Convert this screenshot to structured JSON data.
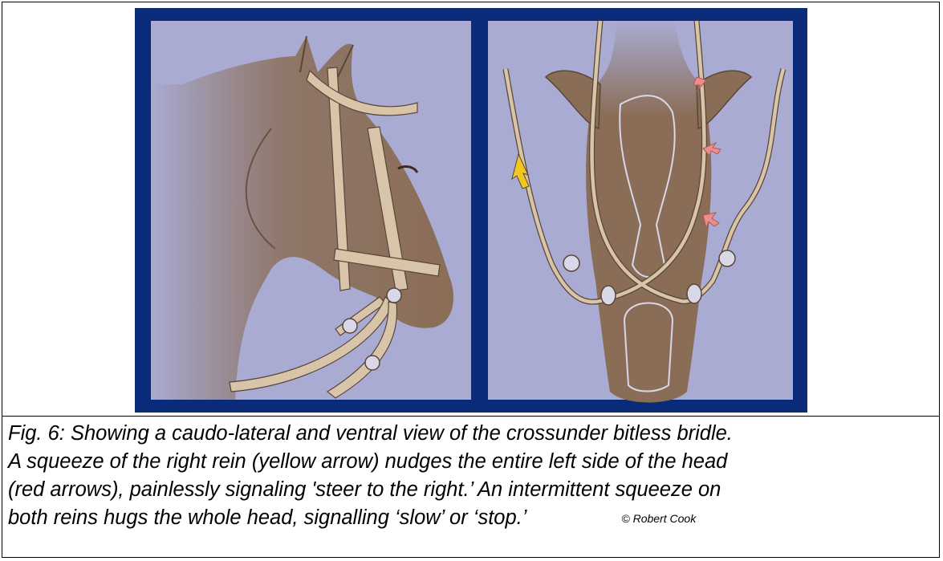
{
  "figure": {
    "caption_lines": [
      "Fig. 6: Showing a caudo-lateral and ventral view of the crossunder bitless bridle.",
      "A squeeze of the right rein (yellow arrow) nudges the entire left side of the head",
      "(red arrows), painlessly signaling 'steer to the right.’  An intermittent squeeze on",
      "both reins hugs the whole head, signalling ‘slow’ or ‘stop.’"
    ],
    "credit": "© Robert Cook"
  },
  "colors": {
    "frame_blue": "#0a2a7a",
    "background_lavender": "#a9abd2",
    "horse_brown": "#8a6d56",
    "strap_tan": "#d8c4a8",
    "yellow_arrow": "#f2c81f",
    "red_arrow": "#ef8c8c"
  }
}
